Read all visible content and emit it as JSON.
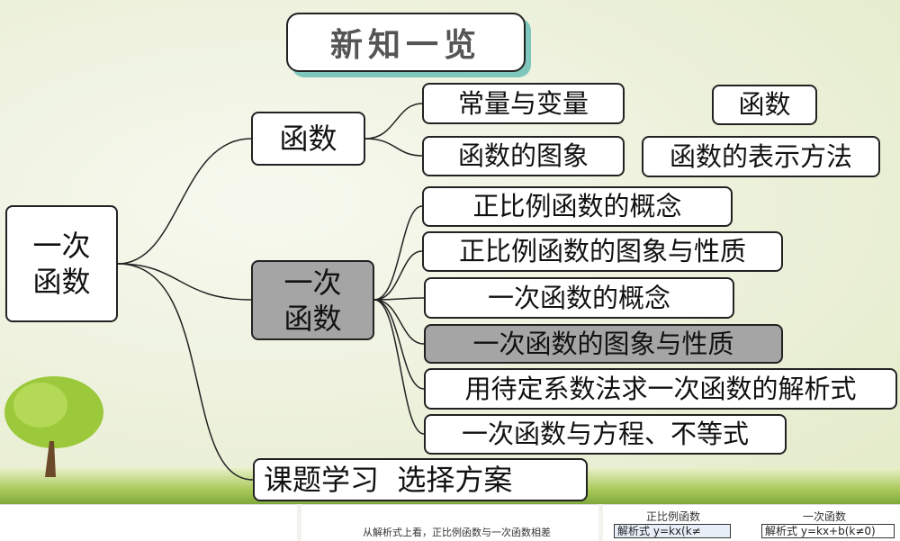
{
  "title": "新知一览",
  "root": "一次\n函数",
  "branches": {
    "func": "函数",
    "linear": "一次\n函数",
    "project": "课题学习  选择方案"
  },
  "func_items": [
    "常量与变量",
    "函数的图象",
    "函数",
    "函数的表示方法"
  ],
  "linear_items": [
    "正比例函数的概念",
    "正比例函数的图象与性质",
    "一次函数的概念",
    "一次函数的图象与性质",
    "用待定系数法求一次函数的解析式",
    "一次函数与方程、不等式"
  ],
  "highlight_color": "#a5a5a5",
  "thumbnails": {
    "t2_text": "从解析式上看，正比例函数与一次函数相差",
    "t3_col1": "正比例函数",
    "t3_col2": "一次函数",
    "t3_box1_label": "解析式",
    "t3_box1_formula": "y=kx(k≠",
    "t3_box2_label": "解析式",
    "t3_box2_formula": "y=kx+b(k≠0)"
  }
}
